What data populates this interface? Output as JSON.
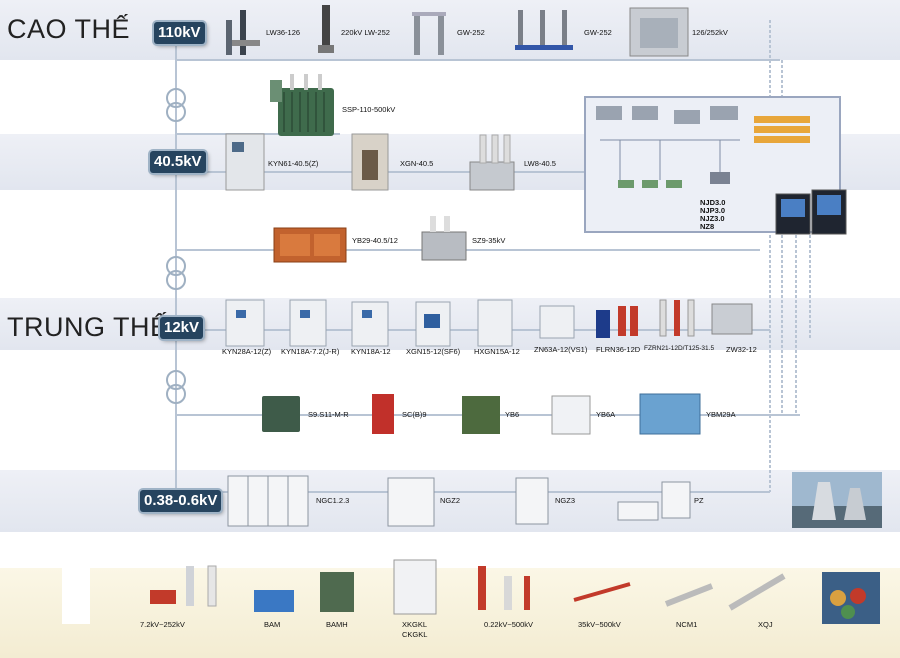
{
  "levels": {
    "high": {
      "name": "CAO THẾ",
      "voltage": "110kV"
    },
    "v405": {
      "voltage": "40.5kV"
    },
    "medium": {
      "name": "TRUNG THẾ",
      "voltage": "12kV"
    },
    "low": {
      "voltage": "0.38-0.6kV"
    }
  },
  "row_110kV": [
    "LW36-126",
    "220kV LW-252",
    "GW-252",
    "GW-252",
    "126/252kV"
  ],
  "row_transformer_110": [
    "SSP-110-500kV"
  ],
  "row_405kV": [
    "KYN61-40.5(Z)",
    "XGN-40.5",
    "LW8-40.5"
  ],
  "row_35kV": [
    "YB29-40.5/12",
    "SZ9-35kV"
  ],
  "scada_models": [
    "NJD3.0",
    "NJP3.0",
    "NJZ3.0",
    "NZ8"
  ],
  "row_12kV": [
    "KYN28A-12(Z)",
    "KYN18A-7.2(J-R)",
    "KYN18A-12",
    "XGN15-12(SF6)",
    "HXGN15A-12",
    "ZN63A-12(VS1)",
    "FLRN36-12D",
    "FZRN21-12D/T125-31.5",
    "ZW32-12"
  ],
  "row_dist": [
    "S9.S11-M-R",
    "SC(B)9",
    "YB6",
    "YB6A",
    "YBM29A"
  ],
  "row_lv": [
    "NGC1.2.3",
    "NGZ2",
    "NGZ3",
    "PZ"
  ],
  "row_components": [
    "7.2kV~252kV",
    "BAM",
    "BAMH",
    "XKGKL",
    "CKGKL",
    "0.22kV~500kV",
    "35kV~500kV",
    "NCM1",
    "XQJ"
  ],
  "colors": {
    "band": "#e4e8f0",
    "bottom_band": "#f6f0d8",
    "badge": "#26445f",
    "line": "#b8c4d4"
  }
}
